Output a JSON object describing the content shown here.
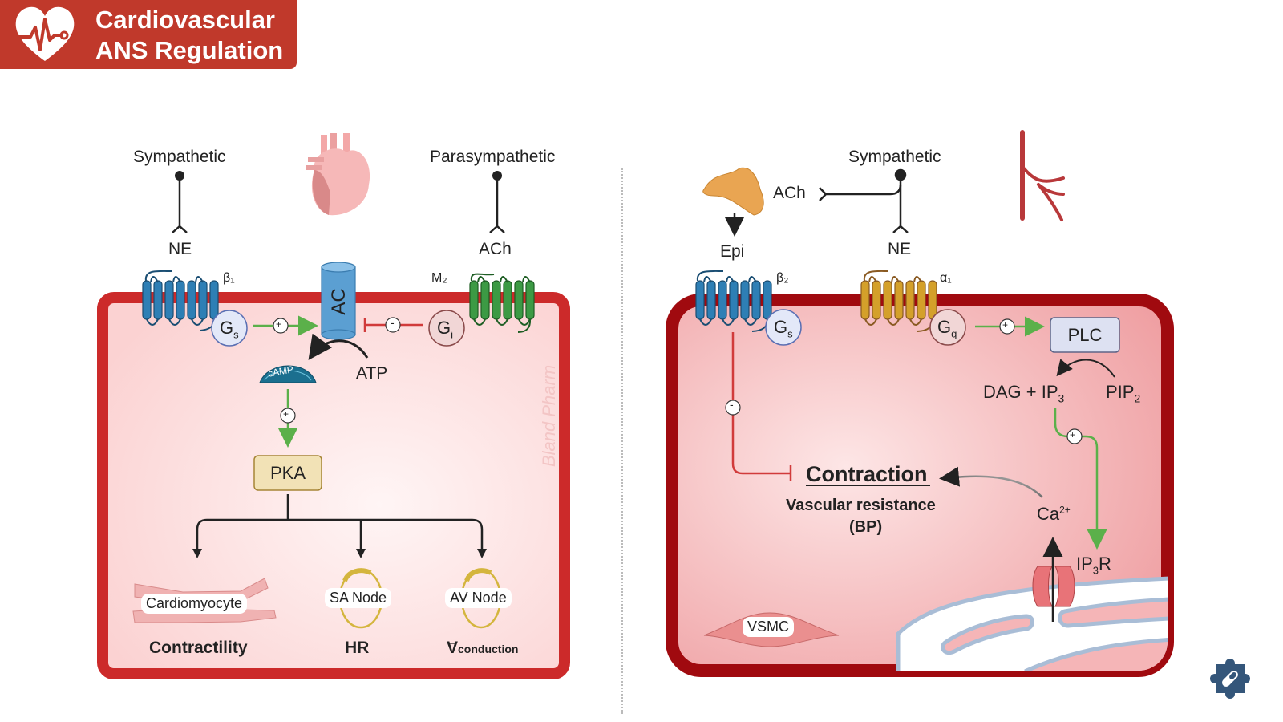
{
  "header": {
    "title_line1": "Cardiovascular",
    "title_line2": "ANS Regulation",
    "icon": "heart-ecg-icon"
  },
  "colors": {
    "banner": "#c0392b",
    "heart_membrane": "#cc2a2a",
    "vascular_membrane": "#a00a0f",
    "stimulate": "#5bb04a",
    "inhibit": "#d13b3b",
    "beta_receptor": "#2e7fb5",
    "m2_receptor": "#3c9a44",
    "alpha_receptor": "#d4a02a"
  },
  "heart_panel": {
    "sympathetic_label": "Sympathetic",
    "parasympathetic_label": "Parasympathetic",
    "ne_label": "NE",
    "ach_label": "ACh",
    "beta1_label": "β₁",
    "m2_label": "M₂",
    "gs_label": "G",
    "gs_sub": "s",
    "gi_label": "G",
    "gi_sub": "i",
    "ac_label": "AC",
    "atp_label": "ATP",
    "camp_label": "cAMP",
    "pka_label": "PKA",
    "plus": "+",
    "minus": "-",
    "watermark": "Bland Pharm",
    "targets": [
      {
        "cell": "Cardiomyocyte",
        "effect": "Contractility"
      },
      {
        "cell": "SA Node",
        "effect": "HR"
      },
      {
        "cell": "AV Node",
        "effect": "V",
        "effect_sub": "conduction"
      }
    ]
  },
  "vascular_panel": {
    "sympathetic_label": "Sympathetic",
    "ach_label": "ACh",
    "epi_label": "Epi",
    "ne_label": "NE",
    "beta2_label": "β₂",
    "alpha1_label": "α₁",
    "gs_label": "G",
    "gs_sub": "s",
    "gq_label": "G",
    "gq_sub": "q",
    "plc_label": "PLC",
    "dag_ip3_label": "DAG + IP",
    "dag_ip3_sub": "3",
    "pip2_label": "PIP",
    "pip2_sub": "2",
    "contraction_label": "Contraction",
    "vascular_resistance_label": "Vascular resistance",
    "bp_label": "(BP)",
    "ca_label": "Ca",
    "ca_sup": "2+",
    "ip3r_label": "IP",
    "ip3r_sub": "3",
    "ip3r_suffix": "R",
    "vsmc_label": "VSMC",
    "plus": "+",
    "minus": "-"
  },
  "footer": {
    "logo_icon": "puzzle-pill-icon"
  }
}
